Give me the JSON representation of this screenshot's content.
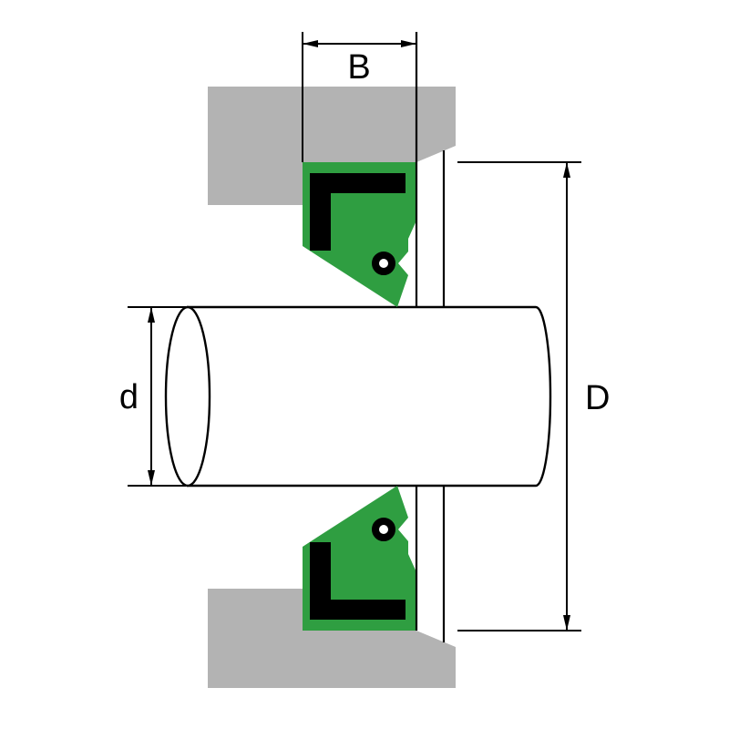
{
  "diagram": {
    "labels": {
      "seal_width": "B",
      "shaft_diameter": "d",
      "outer_diameter": "D"
    },
    "colors": {
      "background": "#ffffff",
      "housing": "#b3b3b3",
      "seal": "#2f9e41",
      "insert": "#000000",
      "spring_center": "#ffffff",
      "shaft": "#ffffff",
      "line": "#000000"
    }
  }
}
